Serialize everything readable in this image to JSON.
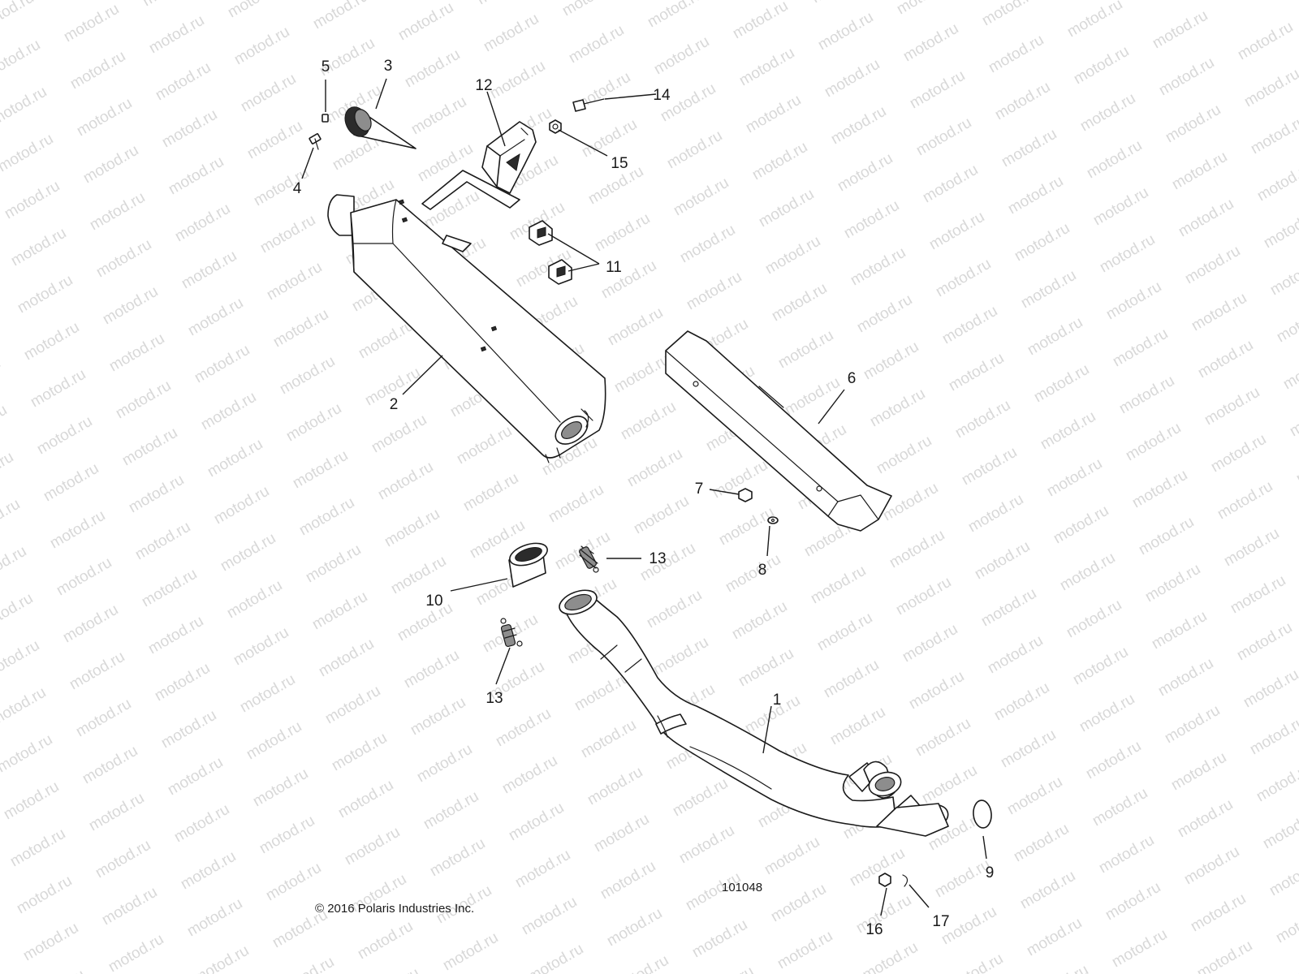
{
  "watermark": {
    "text": "motod.ru"
  },
  "parts": [
    {
      "id": "part-1",
      "callout": "1"
    },
    {
      "id": "part-2",
      "callout": "2"
    },
    {
      "id": "part-3",
      "callout": "3"
    },
    {
      "id": "part-4",
      "callout": "4"
    },
    {
      "id": "part-5",
      "callout": "5"
    },
    {
      "id": "part-6",
      "callout": "6"
    },
    {
      "id": "part-7",
      "callout": "7"
    },
    {
      "id": "part-8",
      "callout": "8"
    },
    {
      "id": "part-9",
      "callout": "9"
    },
    {
      "id": "part-10",
      "callout": "10"
    },
    {
      "id": "part-11",
      "callout": "11"
    },
    {
      "id": "part-12",
      "callout": "12"
    },
    {
      "id": "part-13a",
      "callout": "13"
    },
    {
      "id": "part-13b",
      "callout": "13"
    },
    {
      "id": "part-14",
      "callout": "14"
    },
    {
      "id": "part-15",
      "callout": "15"
    },
    {
      "id": "part-16",
      "callout": "16"
    },
    {
      "id": "part-17",
      "callout": "17"
    }
  ],
  "figure_number": "101048",
  "copyright": "© 2016 Polaris Industries Inc."
}
